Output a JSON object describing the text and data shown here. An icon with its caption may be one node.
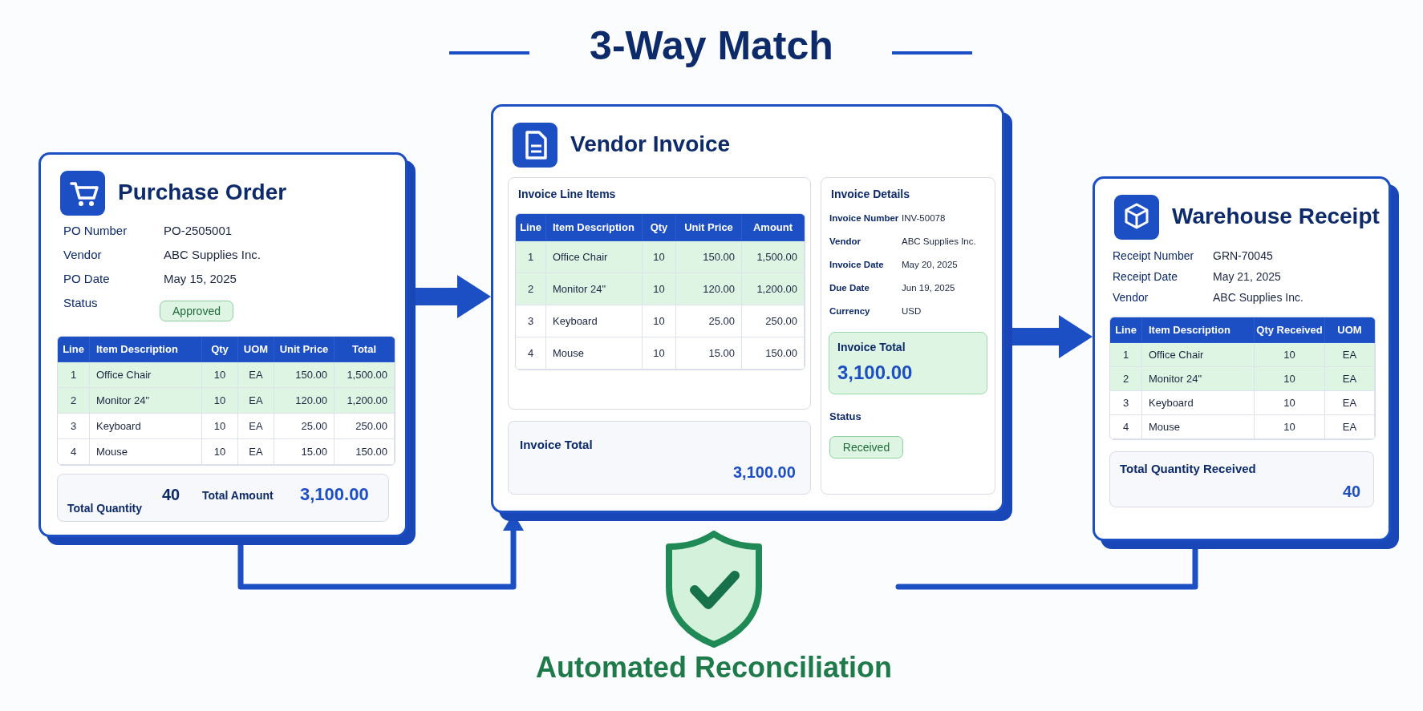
{
  "diagram": {
    "title": "3-Way Match",
    "nodes": [
      {
        "text": [
          "Purchase Order"
        ]
      },
      {
        "text": [
          "Approved"
        ],
        "in": 0
      },
      {
        "text": [
          "Total Quantity",
          "40",
          "Total Amount",
          "3,100.00"
        ],
        "in": 0
      },
      {
        "text": [
          "Vendor Invoice"
        ]
      },
      {
        "text": [
          "Invoice Line Items"
        ],
        "in": 3
      },
      {
        "text": [
          "Invoice Total",
          "3,100.00"
        ],
        "in": 3
      },
      {
        "text": [
          "Invoice Details"
        ],
        "in": 3
      },
      {
        "text": [
          "Invoice Total",
          "3,100.00"
        ],
        "in": 6
      },
      {
        "text": [
          "Received"
        ],
        "in": 6
      },
      {
        "text": [
          "Warehouse Receipt"
        ]
      },
      {
        "text": [
          "Total Quantity Received",
          "40"
        ],
        "in": 9
      },
      {
        "text": [
          "Automated Reconciliation"
        ]
      }
    ],
    "edges": [
      {
        "from": 0,
        "to": 3,
        "arrow": "to",
        "style": "thick"
      },
      {
        "from": 3,
        "to": 9,
        "arrow": "to",
        "style": "thick"
      },
      {
        "from": 0,
        "to": 3,
        "arrow": "to"
      },
      {
        "from": 9,
        "to": 11,
        "arrow": "none"
      }
    ],
    "labels": [
      "PO Number",
      "PO-2505001",
      "Vendor",
      "ABC Supplies Inc.",
      "PO Date",
      "May 15, 2025",
      "Status",
      "Line",
      "Item Description",
      "Qty",
      "UOM",
      "Unit Price",
      "Total",
      "1",
      "Office Chair",
      "10",
      "EA",
      "150.00",
      "1,500.00",
      "2",
      "Monitor 24\"",
      "10",
      "EA",
      "120.00",
      "1,200.00",
      "3",
      "Keyboard",
      "10",
      "EA",
      "25.00",
      "250.00",
      "4",
      "Mouse",
      "10",
      "EA",
      "15.00",
      "150.00",
      "Line",
      "Item Description",
      "Qty",
      "Unit Price",
      "Amount",
      "1",
      "Office Chair",
      "10",
      "150.00",
      "1,500.00",
      "2",
      "Monitor 24\"",
      "10",
      "120.00",
      "1,200.00",
      "3",
      "Keyboard",
      "10",
      "25.00",
      "250.00",
      "4",
      "Mouse",
      "10",
      "15.00",
      "150.00",
      "Invoice Number",
      "INV-50078",
      "Vendor",
      "ABC Supplies Inc.",
      "Invoice Date",
      "May 20, 2025",
      "Due Date",
      "Jun 19, 2025",
      "Currency",
      "USD",
      "Status",
      "Receipt Number",
      "GRN-70045",
      "Receipt Date",
      "May 21, 2025",
      "Vendor",
      "ABC Supplies Inc.",
      "Line",
      "Item Description",
      "Qty Received",
      "UOM",
      "1",
      "Office Chair",
      "10",
      "EA",
      "2",
      "Monitor 24\"",
      "10",
      "EA",
      "3",
      "Keyboard",
      "10",
      "EA",
      "4",
      "Mouse",
      "10",
      "EA"
    ]
  }
}
